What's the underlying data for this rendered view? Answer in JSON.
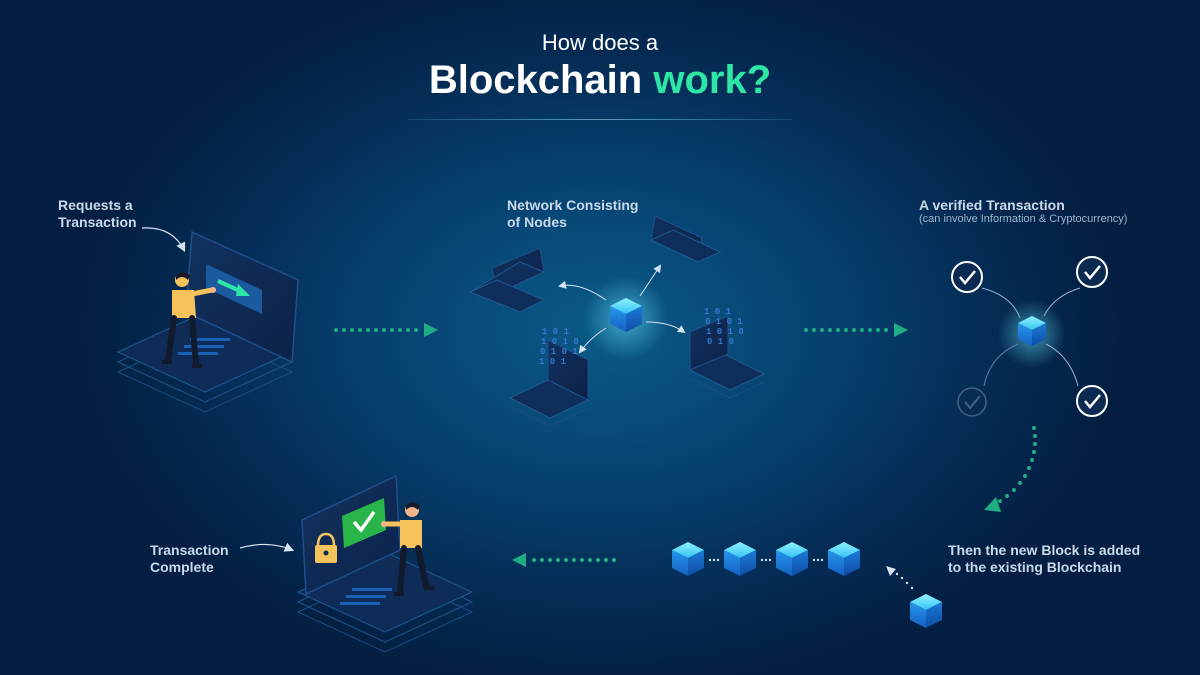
{
  "header": {
    "line1": "How does a",
    "line2_main": "Blockchain",
    "line2_accent": "work?"
  },
  "steps": {
    "request": {
      "line1": "Requests a",
      "line2": "Transaction"
    },
    "network": {
      "line1": "Network Consisting",
      "line2": "of Nodes"
    },
    "verified": {
      "title": "A verified Transaction",
      "subtitle": "(can involve Information & Cryptocurrency)"
    },
    "added": {
      "line1": "Then the new Block is added",
      "line2": "to the existing Blockchain"
    },
    "complete": {
      "line1": "Transaction",
      "line2": "Complete"
    }
  },
  "network_code": {
    "left_node": [
      "1 0 1",
      "1 0 1 0",
      "0 1 0 1",
      "1 0 1"
    ],
    "right_node": [
      "1 0 1",
      "0 1 0 1",
      "1 0 1 0",
      "0 1 0"
    ]
  },
  "icons": [
    "arrow-right-icon",
    "check-icon",
    "lock-icon",
    "block-cube-icon",
    "laptop-icon",
    "person-icon"
  ],
  "colors": {
    "accent_green": "#2ee6a6",
    "cube_blue": "#2a9ef5",
    "cube_glow": "#6ee8ff",
    "connector_green": "#1fae84",
    "figure_shirt": "#f6c25a"
  }
}
